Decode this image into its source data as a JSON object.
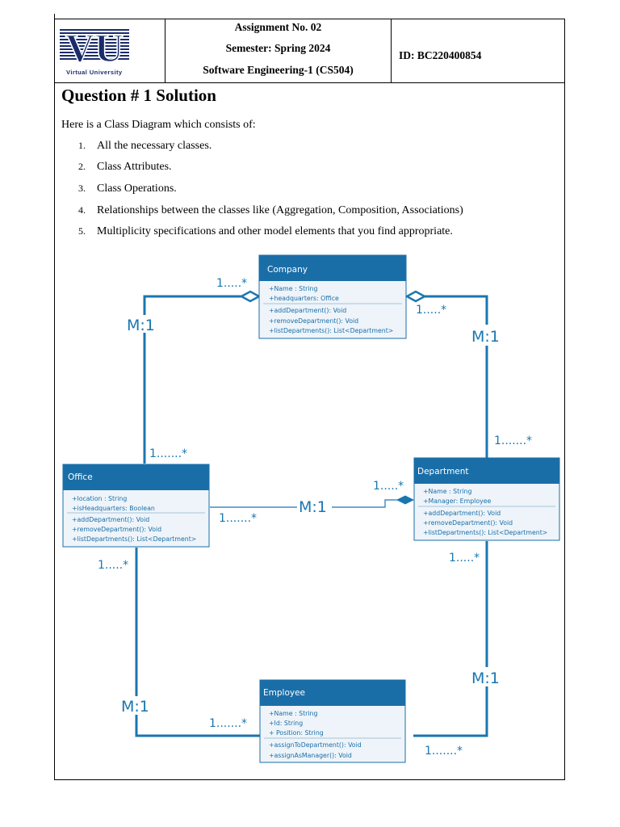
{
  "header": {
    "logo_text": "VU",
    "logo_subtitle": "Virtual University",
    "assignment": "Assignment No. 02",
    "semester": "Semester: Spring 2024",
    "course": "Software Engineering-1 (CS504)",
    "student_id": "ID: BC220400854"
  },
  "question_title": "Question # 1 Solution",
  "intro": "Here is a Class Diagram which consists of:",
  "list": [
    {
      "num": "1.",
      "text": "All the necessary classes."
    },
    {
      "num": "2.",
      "text": "Class Attributes."
    },
    {
      "num": "3.",
      "text": "Class Operations."
    },
    {
      "num": "4.",
      "text": "Relationships between the classes like (Aggregation, Composition, Associations)"
    },
    {
      "num": "5.",
      "text": "Multiplicity specifications and other model elements that you find appropriate."
    }
  ],
  "diagram": {
    "colors": {
      "accent": "#1a76b0",
      "header": "#1a6ea8",
      "body": "#eef4f9",
      "line": "#1a76b0"
    },
    "classes": {
      "company": {
        "name": "Company",
        "attributes": [
          "+Name : String",
          "+headquarters: Office"
        ],
        "operations": [
          "+addDepartment(): Void",
          "+removeDepartment(): Void",
          "+listDepartments(): List<Department>"
        ]
      },
      "office": {
        "name": "Office",
        "attributes": [
          "+location : String",
          "+isHeadquarters: Boolean"
        ],
        "operations": [
          "+addDepartment(): Void",
          "+removeDepartment(): Void",
          "+listDepartments(): List<Department>"
        ]
      },
      "department": {
        "name": "Department",
        "attributes": [
          "+Name : String",
          "+Manager: Employee"
        ],
        "operations": [
          "+addDepartment(): Void",
          "+removeDepartment(): Void",
          "+listDepartments(): List<Department>"
        ]
      },
      "employee": {
        "name": "Employee",
        "attributes": [
          "+Name : String",
          "+Id: String",
          "+ Position: String"
        ],
        "operations": [
          "+assignToDepartment(): Void",
          "+assignAsManager(): Void"
        ]
      }
    },
    "labels": {
      "m1_company_office": "M:1",
      "m1_company_department": "M:1",
      "m1_office_department": "M:1",
      "m1_office_employee": "M:1",
      "m1_department_employee": "M:1",
      "mult_company_left": "1.....*",
      "mult_company_right": "1.....*",
      "mult_office_top": "1.......*",
      "mult_department_top": "1.......*",
      "mult_office_right": "1.......*",
      "mult_department_left": "1.....*",
      "mult_office_bottom": "1.....*",
      "mult_department_bottom": "1.....*",
      "mult_employee_left": "1.......*",
      "mult_employee_right": "1.......*"
    }
  }
}
